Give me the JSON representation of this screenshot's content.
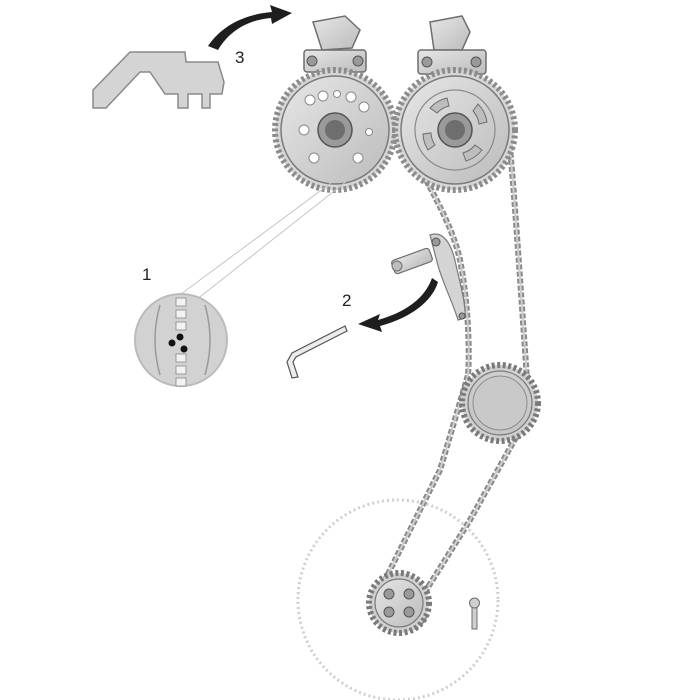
{
  "steps": [
    {
      "number": "1"
    },
    {
      "number": "2"
    },
    {
      "number": "3"
    }
  ],
  "colors": {
    "part_fill": "#d4d4d4",
    "part_fill_dark": "#a9a9a9",
    "outline": "#6e6e6e",
    "arrow": "#1e1e1e",
    "chain": "#8c8c8c",
    "ghost": "#c8c8c8"
  }
}
